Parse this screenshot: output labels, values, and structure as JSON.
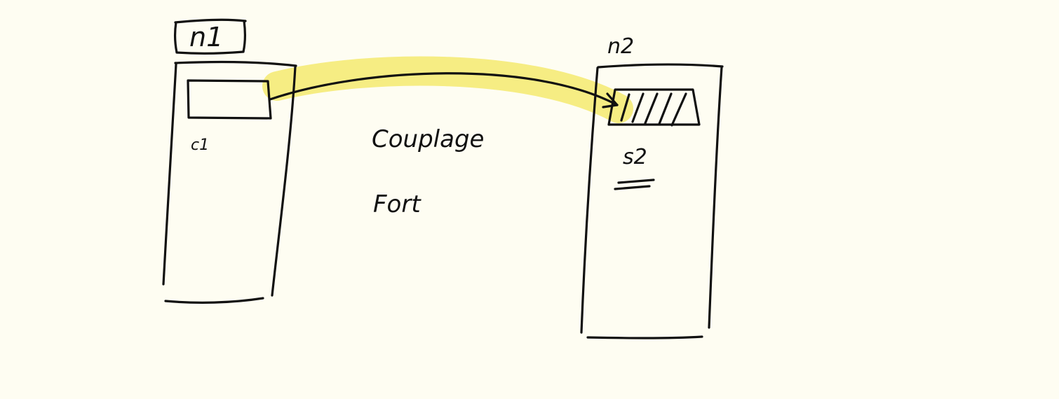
{
  "colors": {
    "background": "#fefdf2",
    "ink": "#111111",
    "highlight": "#f4ea70"
  },
  "nodes": [
    {
      "id": "node-1",
      "label": "n1",
      "boxed_label": true,
      "component_label": "c1",
      "component_style": "empty"
    },
    {
      "id": "node-2",
      "label": "n2",
      "boxed_label": false,
      "component_label": "s2",
      "component_style": "hatched",
      "component_label_underline": "double"
    }
  ],
  "connection": {
    "from": "node-1",
    "to": "node-2",
    "arrow": "end",
    "highlighted": true
  },
  "notes": [
    "Couplage",
    "Fort"
  ]
}
